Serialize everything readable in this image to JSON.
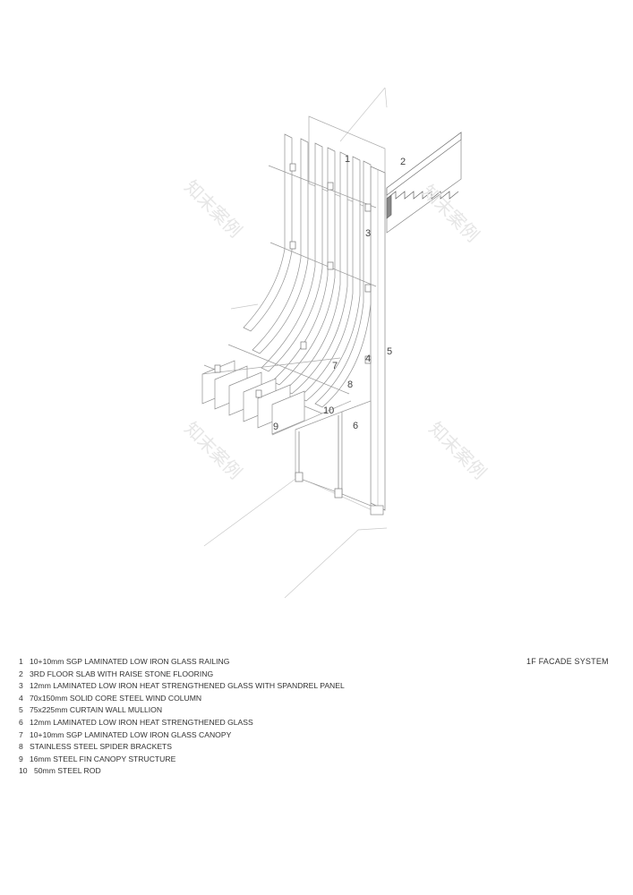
{
  "title": "1F FACADE SYSTEM",
  "callouts": [
    "1",
    "2",
    "3",
    "4",
    "5",
    "6",
    "7",
    "8",
    "9",
    "10"
  ],
  "legend": [
    {
      "num": "1",
      "text": "10+10mm SGP LAMINATED LOW IRON GLASS RAILING"
    },
    {
      "num": "2",
      "text": "3RD FLOOR SLAB WITH RAISE STONE FLOORING"
    },
    {
      "num": "3",
      "text": "12mm LAMINATED LOW IRON HEAT STRENGTHENED GLASS WITH SPANDREL PANEL"
    },
    {
      "num": "4",
      "text": "70x150mm SOLID CORE STEEL WIND COLUMN"
    },
    {
      "num": "5",
      "text": "75x225mm CURTAIN WALL MULLION"
    },
    {
      "num": "6",
      "text": "12mm LAMINATED LOW IRON HEAT STRENGTHENED GLASS"
    },
    {
      "num": "7",
      "text": "10+10mm SGP LAMINATED LOW IRON GLASS CANOPY"
    },
    {
      "num": "8",
      "text": "STAINLESS STEEL SPIDER BRACKETS"
    },
    {
      "num": "9",
      "text": "16mm STEEL FIN CANOPY STRUCTURE"
    },
    {
      "num": "10",
      "text": "50mm STEEL ROD"
    }
  ],
  "watermark": "知末案例"
}
